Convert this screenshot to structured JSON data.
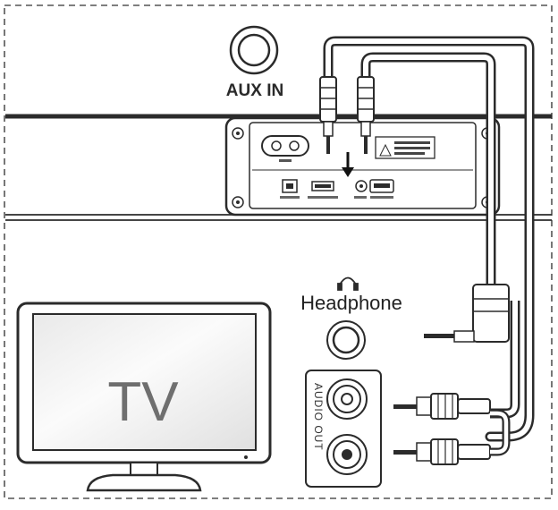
{
  "labels": {
    "aux_in": "AUX IN",
    "headphone": "Headphone",
    "tv": "TV",
    "audio_out": "AUDIO OUT"
  },
  "icons": {
    "aux_jack": "aux-in-jack-icon",
    "headphone": "headphone-icon",
    "tv": "tv-icon",
    "rca_ports": "rca-port-icon"
  },
  "colors": {
    "line": "#2b2b2b",
    "border_dash": "#555555",
    "tv_label": "#6f6f6f"
  }
}
